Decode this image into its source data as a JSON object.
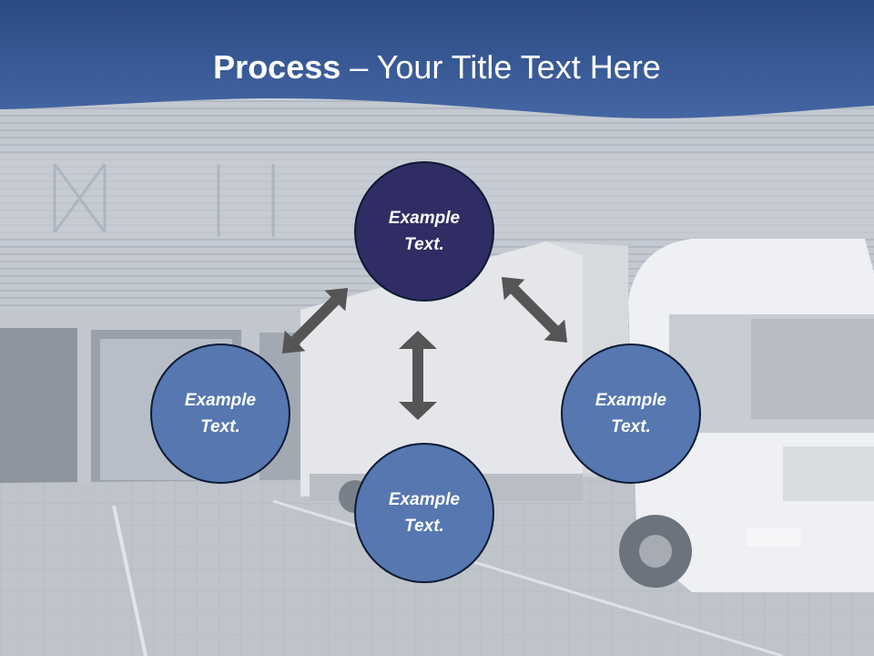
{
  "slide": {
    "title_bold": "Process",
    "title_rest": " – Your Title Text Here"
  },
  "nodes": [
    {
      "text": "Example Text."
    },
    {
      "text": "Example Text."
    },
    {
      "text": "Example Text."
    },
    {
      "text": "Example Text."
    }
  ],
  "colors": {
    "header": "#34558f",
    "node_top": "#2f2d63",
    "node": "#5677b0",
    "arrow": "#555555"
  }
}
